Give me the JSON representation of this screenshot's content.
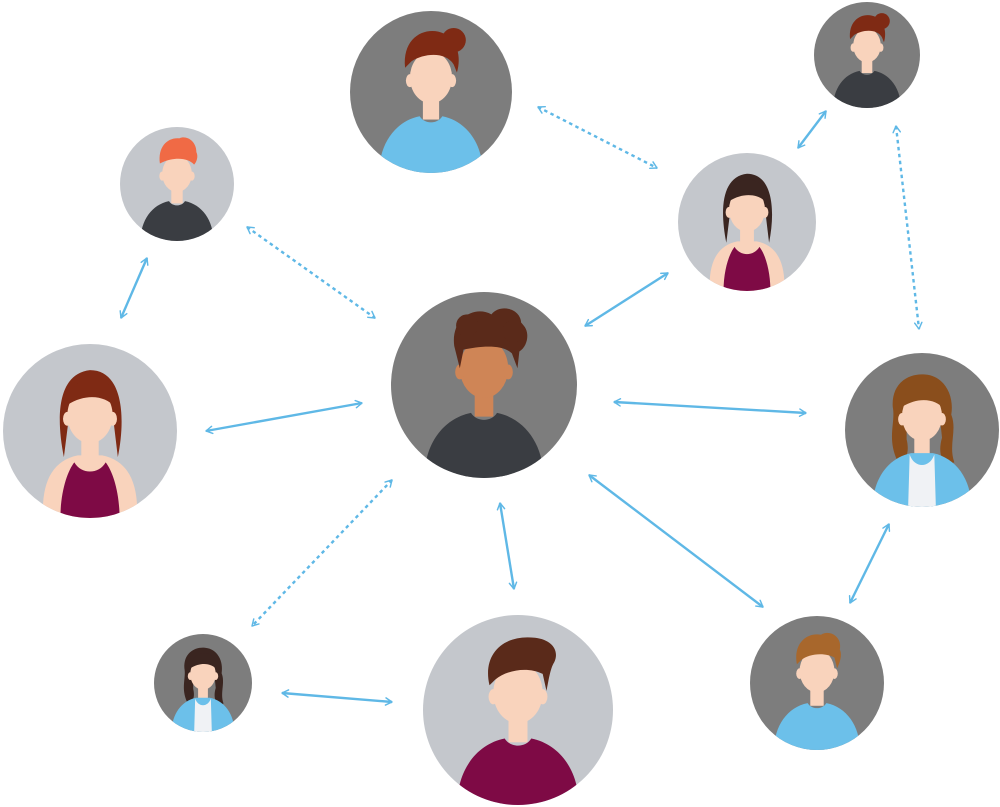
{
  "palette": {
    "background": "#ffffff",
    "arrow": "#5fb8e6",
    "bg_light": "#c4c7cc",
    "bg_dark": "#7d7d7d",
    "skin_light": "#f9d3bc",
    "skin_dark": "#cf8556",
    "hair_auburn": "#7f2a14",
    "hair_brown": "#5a2a1a",
    "hair_red": "#f06a45",
    "hair_blonde": "#8a4e1c",
    "hair_light_brown": "#a8672c",
    "hair_dark": "#3a2520",
    "shirt_blue": "#6cc0ea",
    "shirt_charcoal": "#3a3d42",
    "shirt_maroon": "#7e0a45",
    "cardigan_white": "#f0f2f5"
  },
  "people": [
    {
      "id": "center-man",
      "role": "center",
      "icon": "curly-hair-man-icon",
      "skin": "dark",
      "hair": "curly",
      "shirt": "charcoal",
      "bg": "dark"
    },
    {
      "id": "top-woman-bun",
      "icon": "bun-hair-woman-icon",
      "skin": "light",
      "hair": "bun",
      "shirt": "blue",
      "bg": "dark"
    },
    {
      "id": "top-right-boy",
      "icon": "bun-hair-man-icon",
      "skin": "light",
      "hair": "bun",
      "shirt": "charcoal",
      "bg": "dark"
    },
    {
      "id": "upper-left-redhead",
      "icon": "red-hair-man-icon",
      "skin": "light",
      "hair": "spiky-red",
      "shirt": "charcoal",
      "bg": "light"
    },
    {
      "id": "upper-right-woman",
      "icon": "long-hair-woman-icon",
      "skin": "light",
      "hair": "long-dark",
      "shirt": "maroon-tank",
      "bg": "light"
    },
    {
      "id": "left-woman",
      "icon": "long-hair-woman-icon",
      "skin": "light",
      "hair": "long-auburn",
      "shirt": "maroon-tank",
      "bg": "light"
    },
    {
      "id": "right-woman",
      "icon": "wavy-hair-woman-icon",
      "skin": "light",
      "hair": "wavy-blonde",
      "shirt": "blue-cardigan",
      "bg": "dark"
    },
    {
      "id": "bottom-left-woman",
      "icon": "wavy-hair-woman-icon",
      "skin": "light",
      "hair": "wavy-dark",
      "shirt": "blue-cardigan",
      "bg": "dark"
    },
    {
      "id": "bottom-man",
      "icon": "quiff-hair-man-icon",
      "skin": "light",
      "hair": "quiff",
      "shirt": "maroon",
      "bg": "light"
    },
    {
      "id": "bottom-right-man",
      "icon": "short-hair-man-icon",
      "skin": "light",
      "hair": "short-brown",
      "shirt": "blue",
      "bg": "dark"
    }
  ],
  "connections": [
    {
      "from": "top-woman-bun",
      "to": "upper-right-woman",
      "style": "dotted"
    },
    {
      "from": "upper-right-woman",
      "to": "top-right-boy",
      "style": "solid"
    },
    {
      "from": "top-right-boy",
      "to": "right-woman",
      "style": "dotted"
    },
    {
      "from": "upper-left-redhead",
      "to": "center-man",
      "style": "dotted"
    },
    {
      "from": "upper-left-redhead",
      "to": "left-woman",
      "style": "solid"
    },
    {
      "from": "center-man",
      "to": "upper-right-woman",
      "style": "solid"
    },
    {
      "from": "center-man",
      "to": "left-woman",
      "style": "solid"
    },
    {
      "from": "center-man",
      "to": "right-woman",
      "style": "solid"
    },
    {
      "from": "center-man",
      "to": "bottom-left-woman",
      "style": "dotted"
    },
    {
      "from": "center-man",
      "to": "bottom-man",
      "style": "solid"
    },
    {
      "from": "center-man",
      "to": "bottom-right-man",
      "style": "solid"
    },
    {
      "from": "right-woman",
      "to": "bottom-right-man",
      "style": "solid"
    },
    {
      "from": "bottom-left-woman",
      "to": "bottom-man",
      "style": "solid"
    }
  ]
}
